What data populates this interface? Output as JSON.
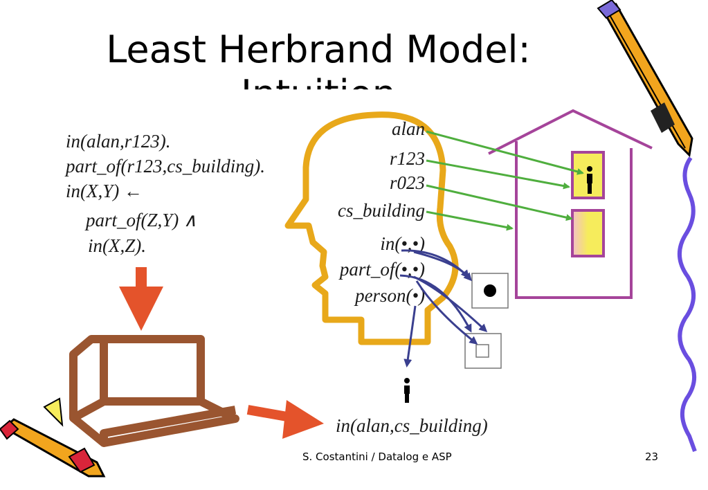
{
  "slide": {
    "title_line1": "Least Herbrand Model:",
    "title_line2": "Intuition",
    "footer": "S. Costantini / Datalog e ASP",
    "page_number": "23"
  },
  "program": {
    "line1": "in(alan,r123).",
    "line2": "part_of(r123,cs_building).",
    "line3": "in(X,Y) ←",
    "line4": "part_of(Z,Y) ∧",
    "line5": "in(X,Z)."
  },
  "head_symbols": {
    "alan": "alan",
    "r123": "r123",
    "r023": "r023",
    "cs_building": "cs_building",
    "in": "in(•,•)",
    "part_of": "part_of(•,•)",
    "person": "person(•)"
  },
  "result": "in(alan,cs_building)",
  "colors": {
    "head_outline": "#e8a81a",
    "house_outline": "#a5449a",
    "room_fill": "#f6ec5c",
    "green_arrow": "#4fae3e",
    "blue_arrow": "#3a3f8f",
    "big_arrow": "#e4532b",
    "computer": "#9a5530"
  }
}
